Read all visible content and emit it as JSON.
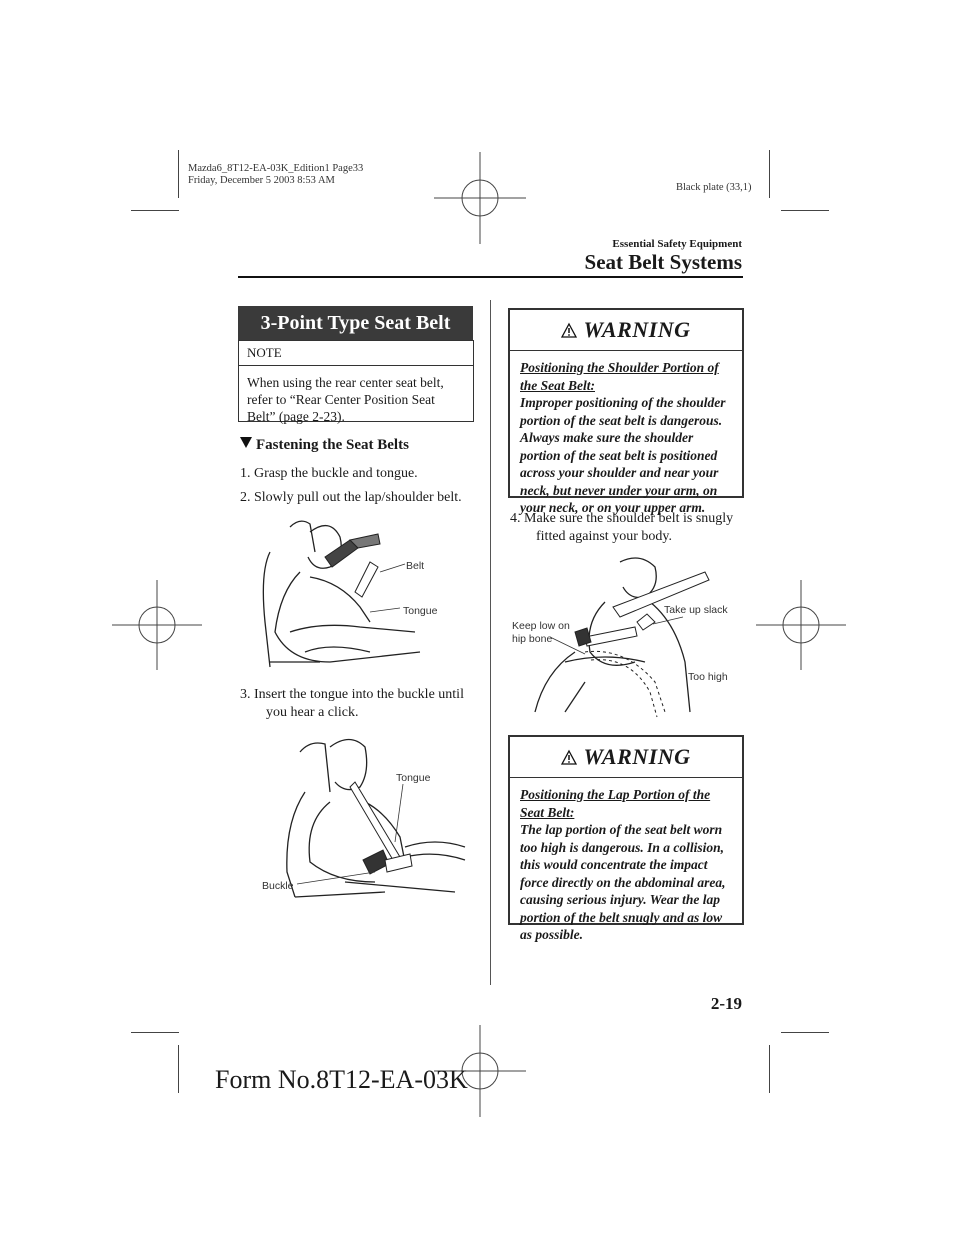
{
  "print_meta": {
    "file_line": "Mazda6_8T12-EA-03K_Edition1 Page33",
    "date_line": "Friday, December 5 2003 8:53 AM",
    "plate": "Black plate (33,1)"
  },
  "header": {
    "section": "Essential Safety Equipment",
    "chapter": "Seat Belt Systems"
  },
  "left": {
    "banner": "3-Point Type Seat Belt",
    "note_label": "NOTE",
    "note_lines": [
      "When using the rear center seat belt,",
      "refer to “Rear Center Position Seat",
      "Belt” (page 2-23)."
    ],
    "subheading": "Fastening the Seat Belts",
    "step1": "1.  Grasp the buckle and tongue.",
    "step2": "2.  Slowly pull out the lap/shoulder belt.",
    "fig1_labels": {
      "belt": "Belt",
      "tongue": "Tongue"
    },
    "step3_line1": "3.  Insert the tongue into the buckle until",
    "step3_line2": "you hear a click.",
    "fig2_labels": {
      "tongue": "Tongue",
      "buckle": "Buckle"
    }
  },
  "right": {
    "warning1": {
      "label": "WARNING",
      "title_lines": [
        "Positioning the Shoulder Portion of",
        "the Seat Belt:"
      ],
      "body_lines": [
        "Improper positioning of the shoulder",
        "portion of the seat belt is dangerous.",
        "Always make sure the shoulder",
        "portion of the seat belt is positioned",
        "across your shoulder and near your",
        "neck, but never under your arm, on",
        "your neck, or on your upper arm."
      ]
    },
    "step4_line1": "4.  Make sure the shoulder belt is snugly",
    "step4_line2": "fitted against your body.",
    "fig3_labels": {
      "take_up": "Take up slack",
      "keep_low_1": "Keep low on",
      "keep_low_2": "hip bone",
      "too_high": "Too high"
    },
    "warning2": {
      "label": "WARNING",
      "title_lines": [
        "Positioning the Lap Portion of the",
        "Seat Belt:"
      ],
      "body_lines": [
        "The lap portion of the seat belt worn",
        "too high is dangerous. In a collision,",
        "this would concentrate the impact",
        "force directly on the abdominal area,",
        "causing serious injury. Wear the lap",
        "portion of the belt snugly and as low",
        "as possible."
      ]
    }
  },
  "footer": {
    "page_number": "2-19",
    "form_number": "Form No.8T12-EA-03K"
  }
}
